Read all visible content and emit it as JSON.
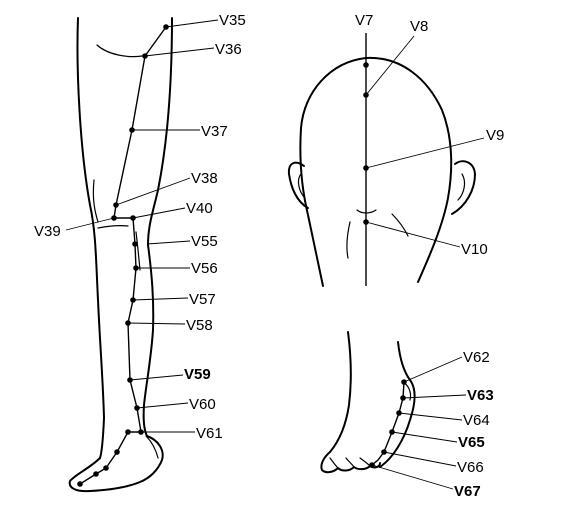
{
  "colors": {
    "ink": "#000000",
    "background": "#ffffff"
  },
  "leg_labels": {
    "V35": "V35",
    "V36": "V36",
    "V37": "V37",
    "V38": "V38",
    "V39": "V39",
    "V40": "V40",
    "V55": "V55",
    "V56": "V56",
    "V57": "V57",
    "V58": "V58",
    "V59": "V59",
    "V60": "V60",
    "V61": "V61"
  },
  "head_labels": {
    "V7": "V7",
    "V8": "V8",
    "V9": "V9",
    "V10": "V10"
  },
  "foot_labels": {
    "V62": "V62",
    "V63": "V63",
    "V64": "V64",
    "V65": "V65",
    "V66": "V66",
    "V67": "V67"
  }
}
